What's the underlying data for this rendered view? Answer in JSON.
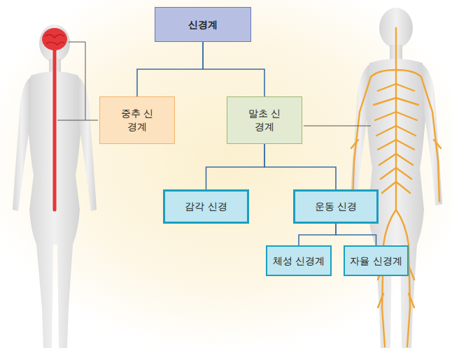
{
  "diagram": {
    "nodes": [
      {
        "text": [
          "신경계"
        ]
      },
      {
        "text": [
          "중추 신경계"
        ]
      },
      {
        "text": [
          "말초 신경계"
        ]
      },
      {
        "text": [
          "감각 신경"
        ]
      },
      {
        "text": [
          "운동 신경"
        ]
      },
      {
        "text": [
          "체성 신경계"
        ]
      },
      {
        "text": [
          "자율 신경계"
        ]
      }
    ],
    "edges": [
      {
        "from": 0,
        "to": 1,
        "arrow": "none"
      },
      {
        "from": 0,
        "to": 2,
        "arrow": "none"
      },
      {
        "from": 2,
        "to": 3,
        "arrow": "none"
      },
      {
        "from": 2,
        "to": 4,
        "arrow": "none"
      },
      {
        "from": 4,
        "to": 5,
        "arrow": "none"
      },
      {
        "from": 4,
        "to": 6,
        "arrow": "none"
      }
    ]
  }
}
